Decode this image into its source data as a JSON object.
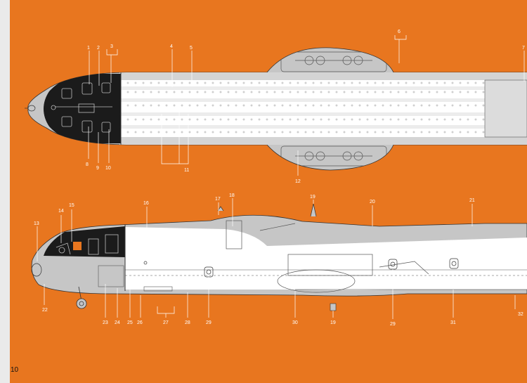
{
  "page_number": "10",
  "colors": {
    "background": "#e8761f",
    "fuselage": "#c6c6c6",
    "cargo_floor": "#ffffff",
    "cockpit": "#1b1b1b",
    "line": "#333333",
    "callout_text": "#ffffff"
  },
  "top_view": {
    "callouts": [
      "1",
      "2",
      "3",
      "4",
      "5",
      "6",
      "7",
      "8",
      "9",
      "10",
      "11",
      "12"
    ]
  },
  "side_view": {
    "callouts": [
      "13",
      "14",
      "15",
      "16",
      "17",
      "18",
      "19",
      "20",
      "21",
      "22",
      "23",
      "24",
      "25",
      "26",
      "27",
      "28",
      "29",
      "19",
      "30",
      "29",
      "31",
      "32"
    ]
  }
}
